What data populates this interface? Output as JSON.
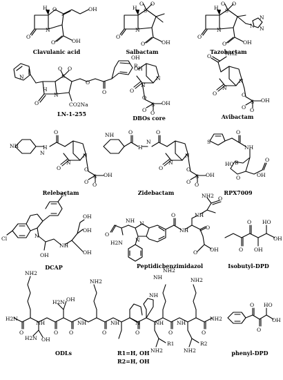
{
  "compounds": [
    {
      "name": "Clavulanic acid"
    },
    {
      "name": "Salbactam"
    },
    {
      "name": "Tazobactam"
    },
    {
      "name": "LN-1-255"
    },
    {
      "name": "DBOs core"
    },
    {
      "name": "Avibactam"
    },
    {
      "name": "Relebactam"
    },
    {
      "name": "Zidebactam"
    },
    {
      "name": "RPX7009"
    },
    {
      "name": "DCAP"
    },
    {
      "name": "Peptidicbenzimidazol"
    },
    {
      "name": "Isobutyl-DPD"
    },
    {
      "name": "ODLs"
    },
    {
      "name": "phenyl-DPD"
    }
  ],
  "odl_substituents": {
    "line1": "R1=H, OH",
    "line2": "R2=H, OH"
  },
  "atoms": {
    "O": "O",
    "N": "N",
    "S": "S",
    "H": "H",
    "OH": "OH",
    "HO": "HO",
    "NH": "NH",
    "NH2": "NH2",
    "H2N": "H2N",
    "Cl": "Cl",
    "B": "B",
    "CO2Na": "CO2Na",
    "R": "R",
    "R1": "R1",
    "R2": "R2"
  }
}
